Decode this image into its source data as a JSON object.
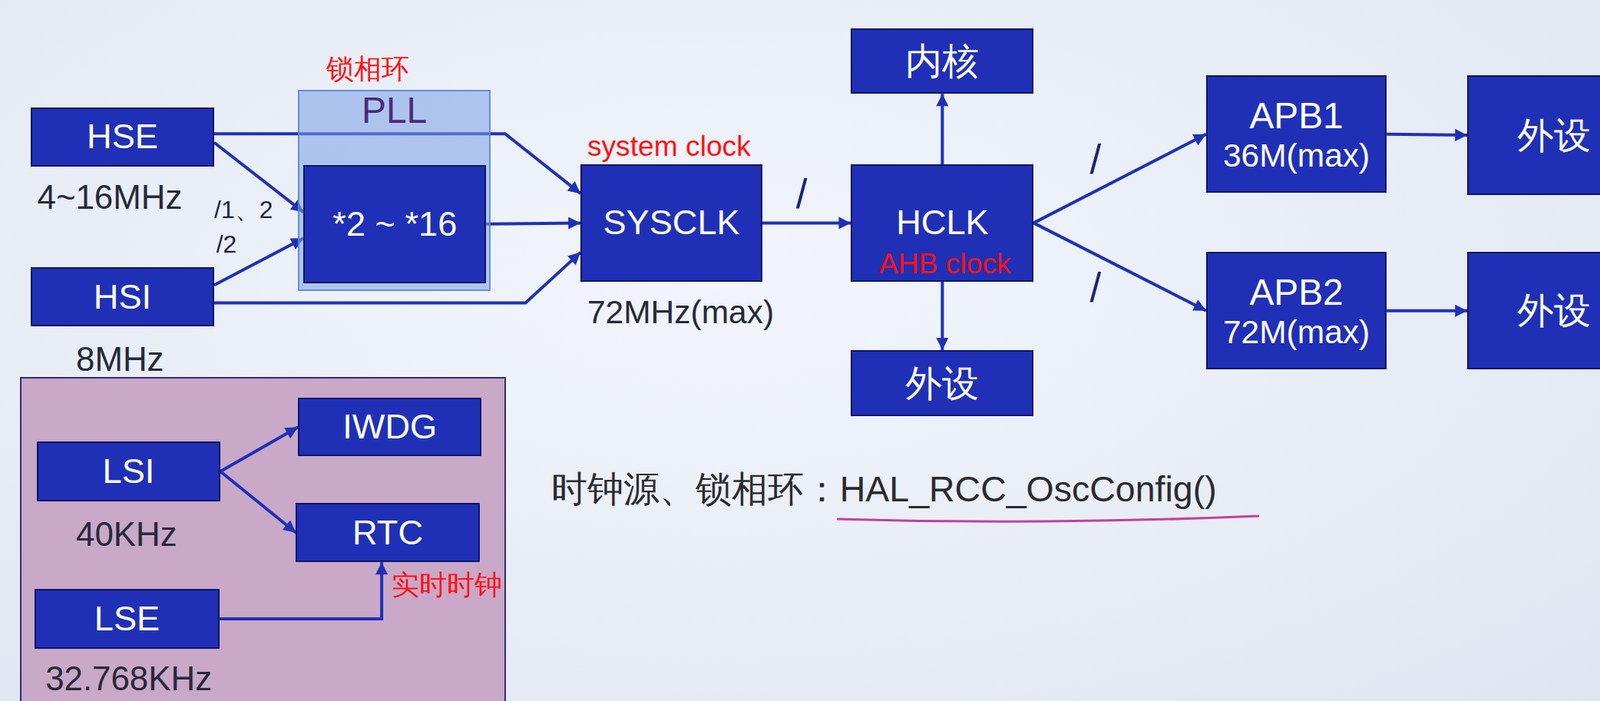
{
  "diagram": {
    "nodes": [
      {
        "text": [
          "HSE",
          "4~16MHz"
        ]
      },
      {
        "text": [
          "锁相环",
          "PLL"
        ]
      },
      {
        "text": [
          "*2 ~ *16"
        ],
        "in": 1
      },
      {
        "text": [
          "system clock",
          "SYSCLK",
          "72MHz(max)"
        ]
      },
      {
        "text": [
          "内核"
        ]
      },
      {
        "text": [
          "HCLK",
          "AHB clock"
        ]
      },
      {
        "text": [
          "APB1",
          "36M(max)"
        ]
      },
      {
        "text": [
          "外设"
        ]
      },
      {
        "text": [
          "HSI",
          "8MHz"
        ]
      },
      {
        "text": [
          "外设"
        ]
      },
      {
        "text": [
          "APB2",
          "72M(max)"
        ]
      },
      {
        "text": [
          "外设"
        ]
      },
      {
        "text": [
          "IWDG"
        ]
      },
      {
        "text": [
          "LSI",
          "40KHz"
        ]
      },
      {
        "text": [
          "RTC",
          "实时时钟"
        ]
      },
      {
        "text": [
          "LSE",
          "32.768KHz"
        ]
      }
    ],
    "edges": [
      {
        "from": 0,
        "to": 2,
        "label": "/1、2",
        "arrow": "to"
      },
      {
        "from": 8,
        "to": 2,
        "label": "/2",
        "arrow": "to"
      },
      {
        "from": 0,
        "to": 3,
        "arrow": "to"
      },
      {
        "from": 2,
        "to": 3,
        "arrow": "to"
      },
      {
        "from": 8,
        "to": 3,
        "arrow": "to"
      },
      {
        "from": 3,
        "to": 5,
        "label": "/",
        "arrow": "to"
      },
      {
        "from": 5,
        "to": 4,
        "arrow": "to"
      },
      {
        "from": 5,
        "to": 9,
        "arrow": "to"
      },
      {
        "from": 5,
        "to": 6,
        "label": "/",
        "arrow": "to"
      },
      {
        "from": 5,
        "to": 10,
        "label": "/",
        "arrow": "to"
      },
      {
        "from": 6,
        "to": 7,
        "arrow": "to"
      },
      {
        "from": 10,
        "to": 11,
        "arrow": "to"
      },
      {
        "from": 13,
        "to": 12,
        "arrow": "to"
      },
      {
        "from": 13,
        "to": 14,
        "arrow": "to"
      },
      {
        "from": 15,
        "to": 14,
        "arrow": "to"
      }
    ],
    "labels": [
      "时钟源、锁相环：HAL_RCC_OscConfig()"
    ]
  }
}
